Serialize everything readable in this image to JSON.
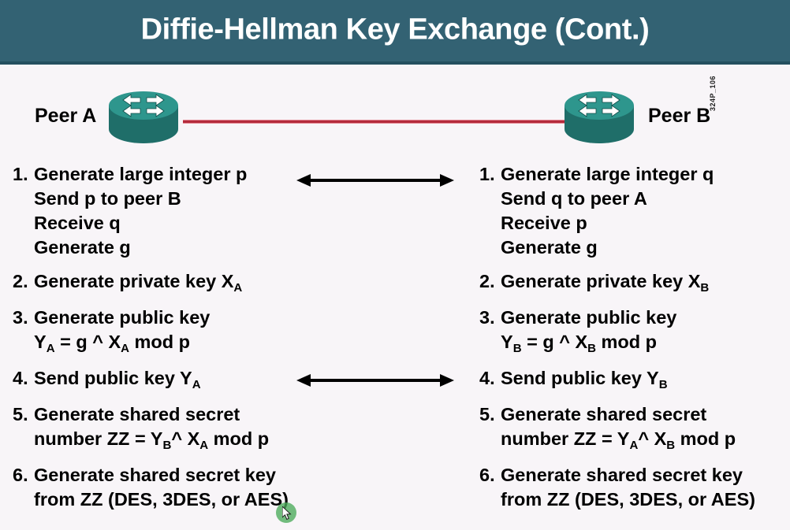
{
  "header": {
    "title": "Diffie-Hellman Key Exchange (Cont.)",
    "background_color": "#336273",
    "text_color": "#ffffff"
  },
  "topology": {
    "peer_a_label": "Peer A",
    "peer_b_label": "Peer B",
    "router_a_icon": "router-icon",
    "router_b_icon": "router-icon",
    "link_color": "#b42b3c",
    "router_color": "#2e8b84",
    "graphic_code": "324P_106"
  },
  "arrows": {
    "arrow_1": "double-headed-arrow",
    "arrow_2": "double-headed-arrow",
    "color": "#000000"
  },
  "left_column": {
    "steps": [
      {
        "number": "1.",
        "lines": [
          [
            {
              "t": "Generate large integer p"
            }
          ],
          [
            {
              "t": "Send p to peer B"
            }
          ],
          [
            {
              "t": "Receive q"
            }
          ],
          [
            {
              "t": "Generate g"
            }
          ]
        ]
      },
      {
        "number": "2.",
        "lines": [
          [
            {
              "t": "Generate private key X"
            },
            {
              "sub": "A"
            }
          ]
        ]
      },
      {
        "number": "3.",
        "lines": [
          [
            {
              "t": "Generate public key"
            }
          ],
          [
            {
              "t": "Y"
            },
            {
              "sub": "A"
            },
            {
              "t": " = g ^ X"
            },
            {
              "sub": "A"
            },
            {
              "t": " mod p"
            }
          ]
        ]
      },
      {
        "number": "4.",
        "lines": [
          [
            {
              "t": "Send public key Y"
            },
            {
              "sub": "A"
            }
          ]
        ]
      },
      {
        "number": "5.",
        "lines": [
          [
            {
              "t": "Generate shared secret"
            }
          ],
          [
            {
              "t": "number ZZ = Y"
            },
            {
              "sub": "B"
            },
            {
              "t": "^ X"
            },
            {
              "sub": "A"
            },
            {
              "t": " mod p"
            }
          ]
        ]
      },
      {
        "number": "6.",
        "lines": [
          [
            {
              "t": "Generate shared secret key"
            }
          ],
          [
            {
              "t": "from ZZ (DES, 3DES, or AES)"
            }
          ]
        ]
      }
    ]
  },
  "right_column": {
    "steps": [
      {
        "number": "1.",
        "lines": [
          [
            {
              "t": "Generate large integer q"
            }
          ],
          [
            {
              "t": "Send q to peer A"
            }
          ],
          [
            {
              "t": "Receive p"
            }
          ],
          [
            {
              "t": "Generate g"
            }
          ]
        ]
      },
      {
        "number": "2.",
        "lines": [
          [
            {
              "t": "Generate private key X"
            },
            {
              "sub": "B"
            }
          ]
        ]
      },
      {
        "number": "3.",
        "lines": [
          [
            {
              "t": "Generate public key"
            }
          ],
          [
            {
              "t": "Y"
            },
            {
              "sub": "B"
            },
            {
              "t": " = g ^ X"
            },
            {
              "sub": "B"
            },
            {
              "t": " mod p"
            }
          ]
        ]
      },
      {
        "number": "4.",
        "lines": [
          [
            {
              "t": "Send public key Y"
            },
            {
              "sub": "B"
            }
          ]
        ]
      },
      {
        "number": "5.",
        "lines": [
          [
            {
              "t": "Generate shared secret"
            }
          ],
          [
            {
              "t": "number ZZ = Y"
            },
            {
              "sub": "A"
            },
            {
              "t": "^ X"
            },
            {
              "sub": "B"
            },
            {
              "t": " mod p"
            }
          ]
        ]
      },
      {
        "number": "6.",
        "lines": [
          [
            {
              "t": "Generate shared secret key"
            }
          ],
          [
            {
              "t": "from ZZ (DES, 3DES, or AES)"
            }
          ]
        ]
      }
    ]
  },
  "cursor": {
    "icon": "mouse-pointer-icon",
    "highlight_color": "#4aaa5a"
  }
}
